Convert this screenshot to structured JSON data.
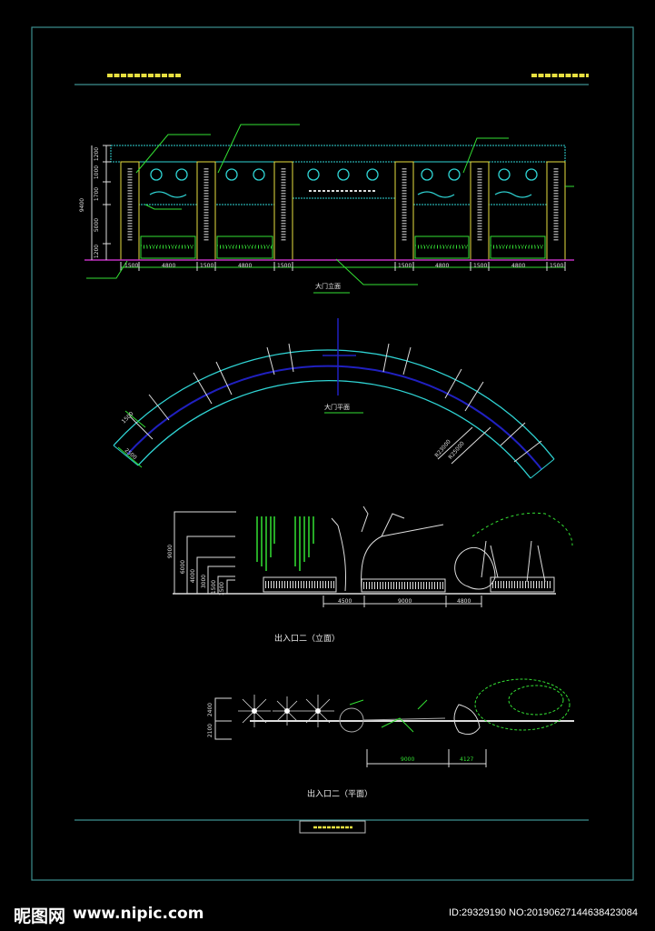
{
  "drawing": {
    "gate_elevation": {
      "title": "大门立面",
      "bottom_dims": [
        "1500",
        "4800",
        "1500",
        "4800",
        "1500",
        "1500",
        "4800",
        "1500",
        "4800",
        "1500"
      ],
      "left_dims": [
        "1200",
        "1000",
        "1700",
        "5000",
        "1200"
      ],
      "left_total": "9400"
    },
    "gate_plan": {
      "title": "大门平面",
      "dims": [
        "1500",
        "2500"
      ],
      "radii": [
        "R23000",
        "R25000"
      ]
    },
    "entrance_elevation": {
      "title": "出入口二（立面）",
      "height_dims": [
        "9000",
        "6000",
        "4000",
        "3000",
        "1500",
        "1500"
      ],
      "bottom_dims": [
        "4500",
        "9000",
        "4800"
      ]
    },
    "entrance_plan": {
      "title": "出入口二（平面）",
      "left_dims": [
        "2400",
        "2100"
      ],
      "bottom_dims": [
        "9000",
        "4127"
      ]
    }
  },
  "watermark": {
    "site_name": "昵图网",
    "url": "www.nipic.com",
    "id_text": "ID:29329190 NO:20190627144638423084"
  },
  "colors": {
    "frame": "#3c8f8f",
    "cyan": "#2fd4d4",
    "green": "#33e033",
    "yellow": "#e8e040",
    "magenta": "#c030c0",
    "blue": "#2020c0"
  }
}
